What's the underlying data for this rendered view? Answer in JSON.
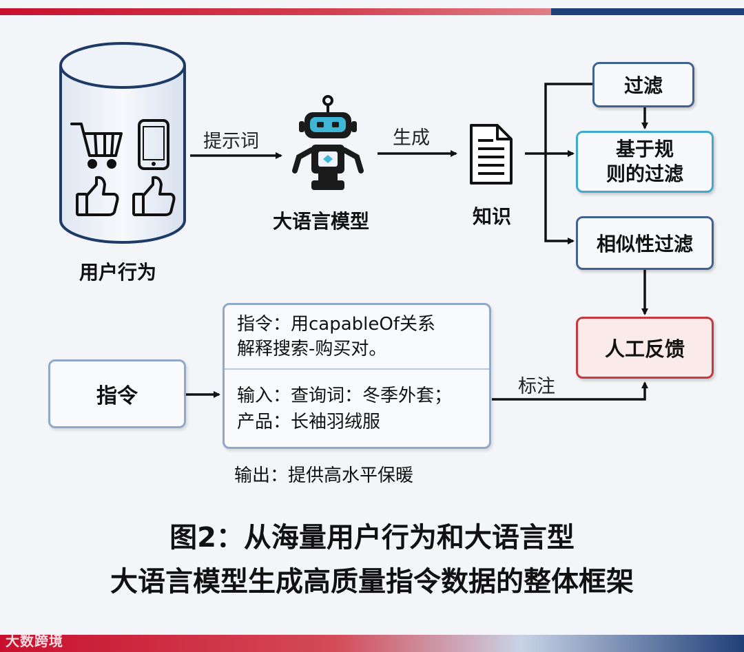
{
  "nodes": {
    "user_behavior": "用户行为",
    "llm": "大语言模型",
    "knowledge": "知识",
    "filter": "过滤",
    "rule_filter_line1": "基于规",
    "rule_filter_line2": "则的过滤",
    "similarity_filter": "相似性过滤",
    "human_feedback": "人工反馈",
    "instruction": "指令"
  },
  "edges": {
    "prompt": "提示词",
    "generate": "生成",
    "annotate": "标注"
  },
  "instruction_example": {
    "line1": "指令：用capableOf关系",
    "line2": "解释搜索-购买对。",
    "line3": "输入：查询词：冬季外套；",
    "line4": "产品：长袖羽绒服",
    "output": "输出：提供高水平保暖"
  },
  "caption": {
    "line1": "图2：从海量用户行为和大语言型",
    "line2": "大语言模型生成高质量指令数据的整体框架"
  },
  "watermark": "大数跨境",
  "colors": {
    "brand_red": "#c8102e",
    "brand_blue": "#1f3f78",
    "box_border_blue": "#3f6290",
    "box_border_cyan": "#41a9cc",
    "box_border_red": "#c53a41",
    "robot_accent": "#3fb6d6"
  },
  "icons": [
    "database-cylinder-icon",
    "shopping-cart-icon",
    "smartphone-icon",
    "thumbs-up-icon",
    "robot-icon",
    "document-icon"
  ]
}
